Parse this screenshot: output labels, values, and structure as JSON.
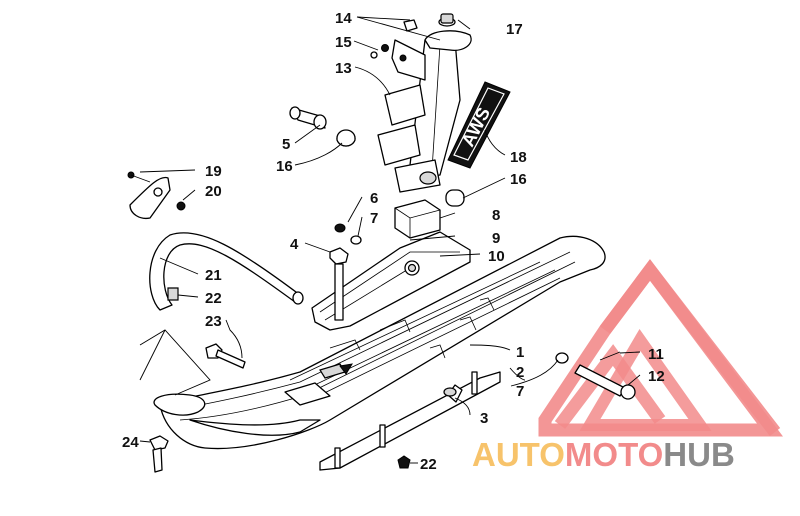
{
  "diagram": {
    "callouts": [
      {
        "id": "c1",
        "text": "1"
      },
      {
        "id": "c2",
        "text": "2"
      },
      {
        "id": "c3",
        "text": "3"
      },
      {
        "id": "c4",
        "text": "4"
      },
      {
        "id": "c5",
        "text": "5"
      },
      {
        "id": "c6",
        "text": "6"
      },
      {
        "id": "c7a",
        "text": "7"
      },
      {
        "id": "c7b",
        "text": "7"
      },
      {
        "id": "c8",
        "text": "8"
      },
      {
        "id": "c9",
        "text": "9"
      },
      {
        "id": "c10",
        "text": "10"
      },
      {
        "id": "c11",
        "text": "11"
      },
      {
        "id": "c12",
        "text": "12"
      },
      {
        "id": "c13",
        "text": "13"
      },
      {
        "id": "c14",
        "text": "14"
      },
      {
        "id": "c15",
        "text": "15"
      },
      {
        "id": "c16a",
        "text": "16"
      },
      {
        "id": "c16b",
        "text": "16"
      },
      {
        "id": "c17",
        "text": "17"
      },
      {
        "id": "c18",
        "text": "18"
      },
      {
        "id": "c19",
        "text": "19"
      },
      {
        "id": "c20",
        "text": "20"
      },
      {
        "id": "c21",
        "text": "21"
      },
      {
        "id": "c22a",
        "text": "22"
      },
      {
        "id": "c22b",
        "text": "22"
      },
      {
        "id": "c23",
        "text": "23"
      },
      {
        "id": "c24",
        "text": "24"
      }
    ],
    "decal_text": "AWS"
  },
  "watermark": {
    "part1": "AUTO",
    "part2": "MOTO",
    "part3": "HUB",
    "colors": {
      "orange": "#f7c36b",
      "red": "#f28b8b",
      "gray": "#8a8a8a"
    }
  }
}
